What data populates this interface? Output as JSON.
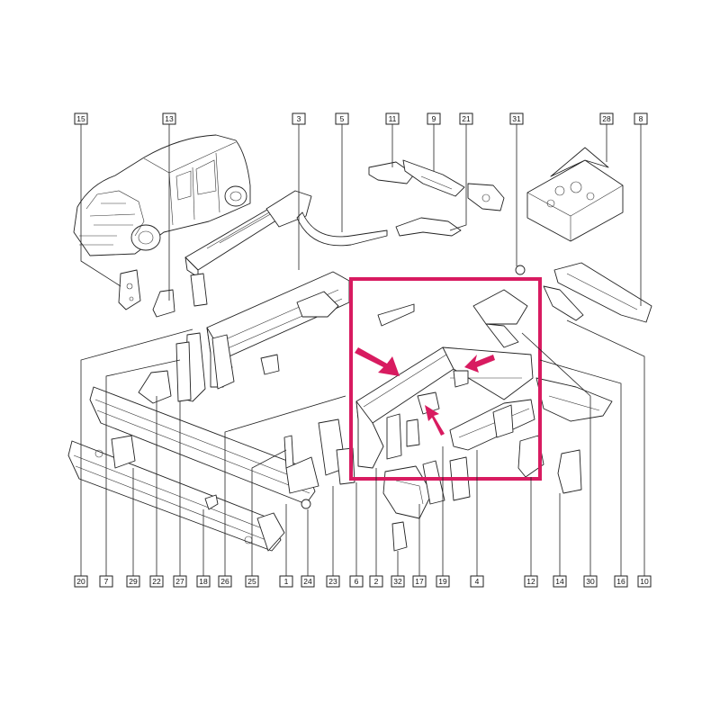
{
  "callouts": {
    "top": [
      "15",
      "13",
      "3",
      "5",
      "11",
      "9",
      "21",
      "31",
      "28",
      "8"
    ],
    "bottom": [
      "20",
      "7",
      "29",
      "22",
      "27",
      "18",
      "26",
      "25",
      "1",
      "24",
      "23",
      "6",
      "2",
      "32",
      "17",
      "19",
      "4",
      "12",
      "14",
      "30",
      "16",
      "10"
    ]
  },
  "colors": {
    "highlight": "#d81b60",
    "line": "#222222"
  }
}
